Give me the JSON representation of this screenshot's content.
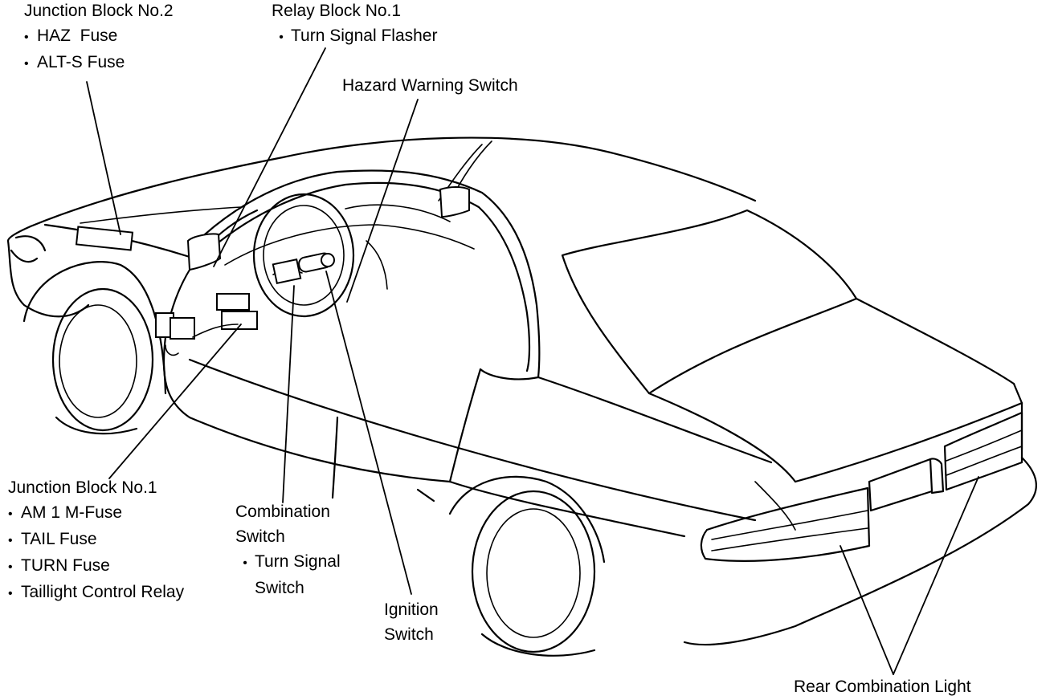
{
  "labels": {
    "junction_block_2": {
      "title": "Junction Block No.2",
      "items": [
        "HAZ  Fuse",
        "ALT-S Fuse"
      ]
    },
    "relay_block_1": {
      "title": "Relay Block No.1",
      "items": [
        "Turn Signal Flasher"
      ]
    },
    "hazard_warning_switch": {
      "title": "Hazard Warning Switch"
    },
    "junction_block_1": {
      "title": "Junction Block No.1",
      "items": [
        "AM 1 M-Fuse",
        "TAIL Fuse",
        "TURN Fuse",
        "Taillight Control Relay"
      ]
    },
    "combination_switch": {
      "line1": "Combination",
      "line2": "Switch",
      "item_line1": "Turn Signal",
      "item_line2": "Switch"
    },
    "ignition_switch": {
      "line1": "Ignition",
      "line2": "Switch"
    },
    "rear_combination_light": {
      "title": "Rear Combination Light"
    }
  }
}
